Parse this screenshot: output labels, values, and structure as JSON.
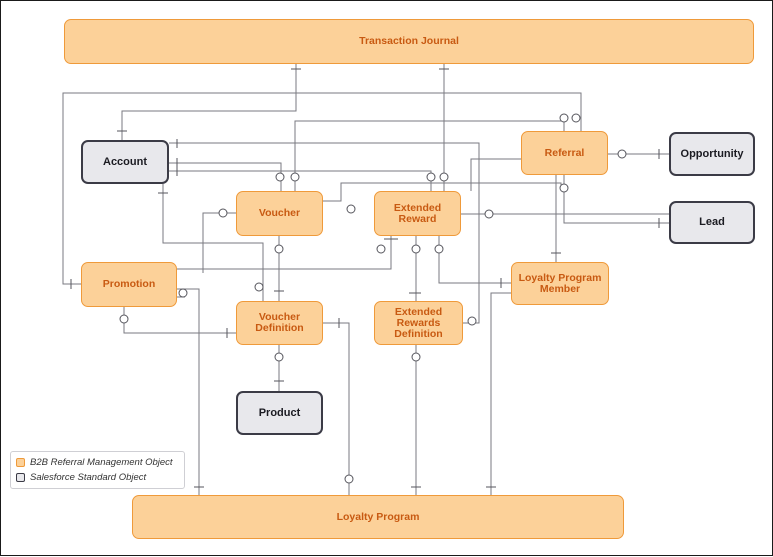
{
  "entities": {
    "transaction_journal": "Transaction Journal",
    "account": "Account",
    "referral": "Referral",
    "opportunity": "Opportunity",
    "voucher": "Voucher",
    "extended_reward": "Extended Reward",
    "lead": "Lead",
    "promotion": "Promotion",
    "loyalty_program_member": "Loyalty Program Member",
    "voucher_definition": "Voucher Definition",
    "extended_rewards_definition": "Extended Rewards Definition",
    "product": "Product",
    "loyalty_program": "Loyalty Program"
  },
  "legend": {
    "b2b": "B2B Referral Management Object",
    "standard": "Salesforce Standard Object"
  },
  "colors": {
    "b2b_fill": "#fcd199",
    "b2b_border": "#ef9a3a",
    "b2b_text": "#c85a12",
    "std_fill": "#e8e8ec",
    "std_border": "#3b3b46",
    "line": "#7a7a80"
  }
}
